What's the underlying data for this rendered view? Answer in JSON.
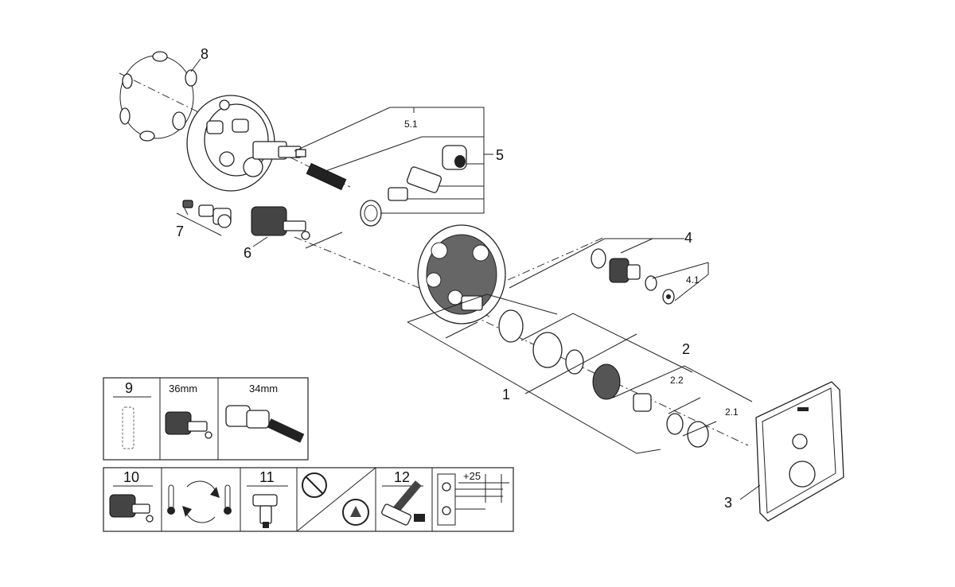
{
  "callouts": {
    "c1": "1",
    "c2": "2",
    "c2_1": "2.1",
    "c2_2": "2.2",
    "c3": "3",
    "c4": "4",
    "c4_1": "4.1",
    "c5": "5",
    "c5_1": "5.1",
    "c6": "6",
    "c7": "7",
    "c8": "8"
  },
  "legend_top": {
    "item9": "9",
    "size_36": "36mm",
    "size_34": "34mm"
  },
  "legend_bottom": {
    "item10": "10",
    "item11": "11",
    "item12": "12",
    "dimension": "+25"
  }
}
